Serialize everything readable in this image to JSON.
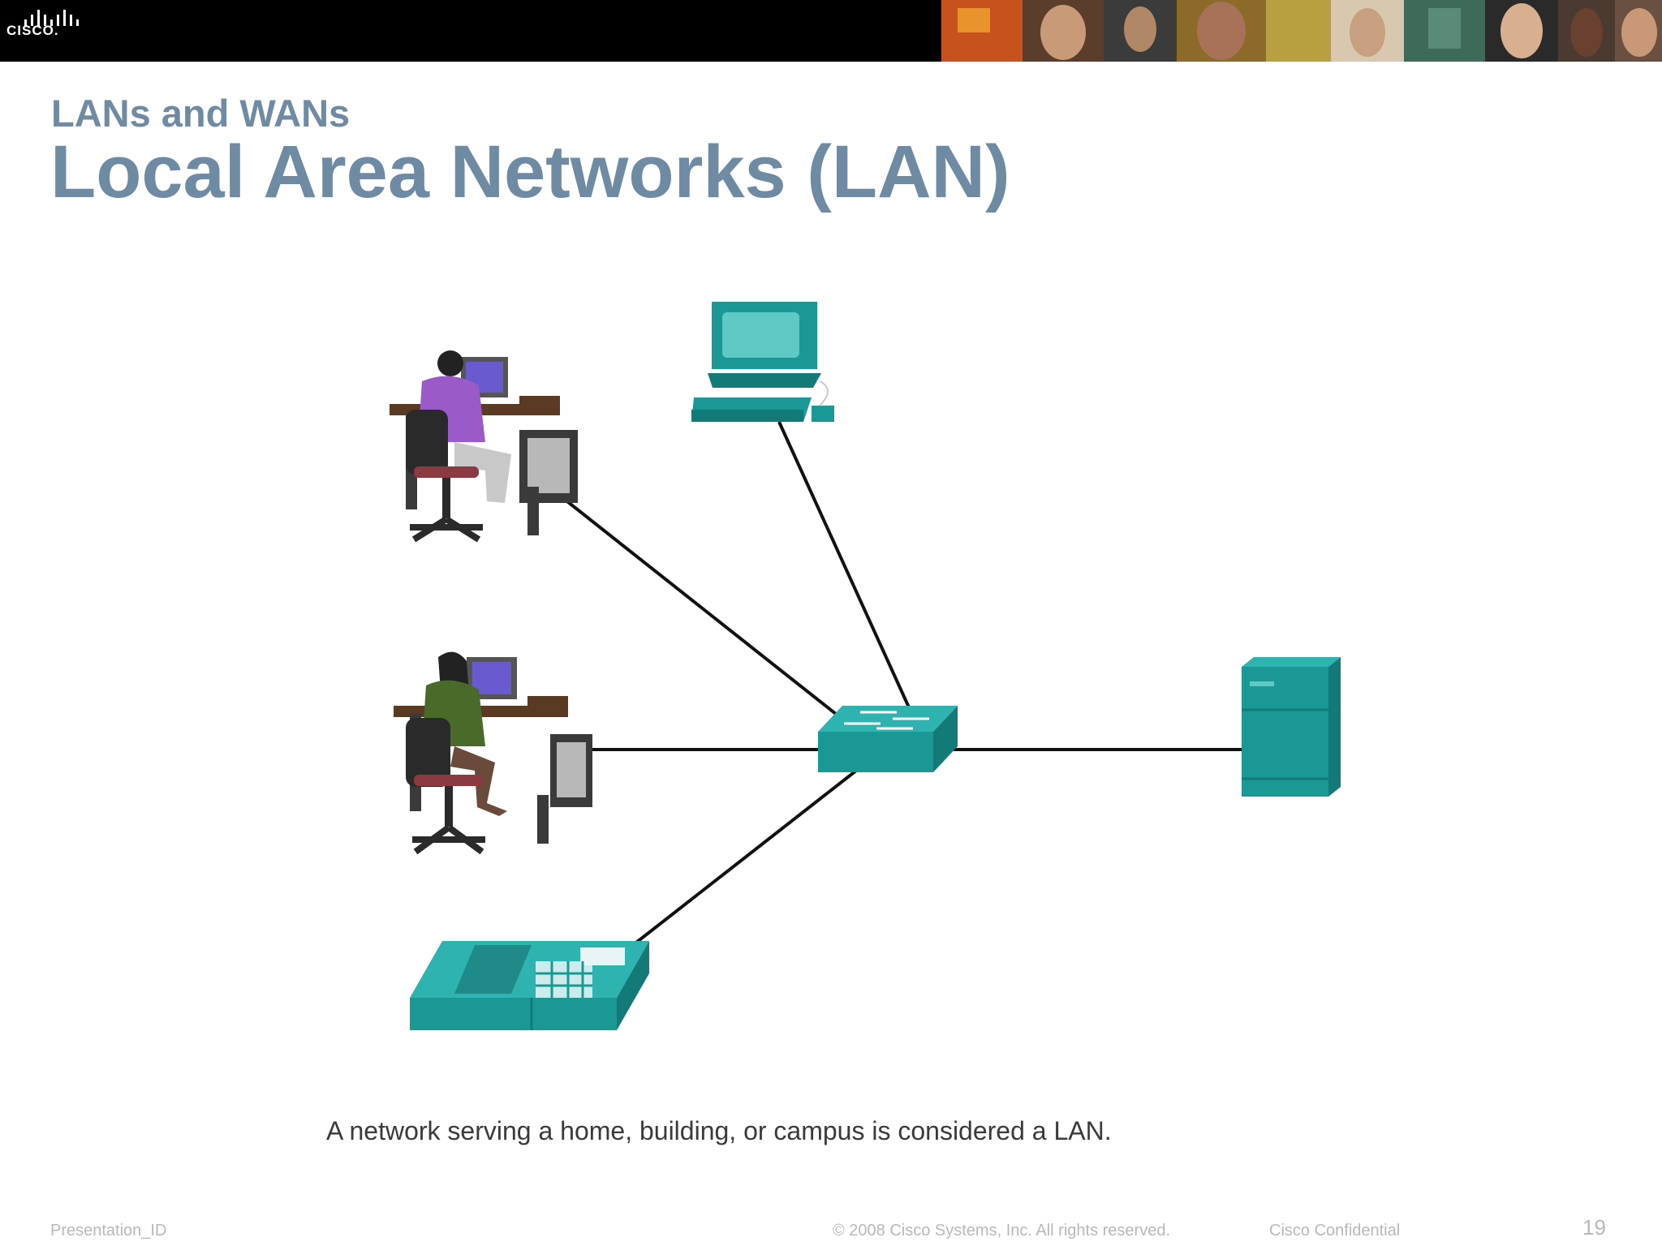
{
  "header": {
    "logo_text": "CISCO."
  },
  "slide": {
    "subtitle": "LANs and WANs",
    "title": "Local Area Networks (LAN)",
    "caption": "A network serving a home, building, or campus is considered a LAN."
  },
  "footer": {
    "presentation_id": "Presentation_ID",
    "copyright": "© 2008 Cisco Systems, Inc. All rights reserved.",
    "confidential": "Cisco Confidential",
    "page_number": "19"
  },
  "colors": {
    "title": "#6f8ba4",
    "device_teal": "#1a9896",
    "device_teal_dark": "#137a78",
    "device_teal_light": "#2fb3b0",
    "link": "#111111"
  }
}
